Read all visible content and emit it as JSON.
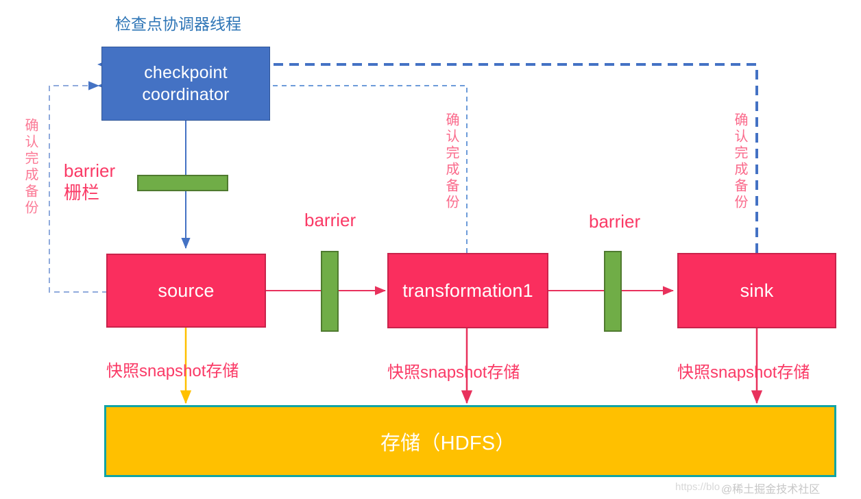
{
  "diagram": {
    "title": "检查点协调器线程",
    "nodes": {
      "coordinator_line1": "checkpoint",
      "coordinator_line2": "coordinator",
      "source": "source",
      "transformation": "transformation1",
      "sink": "sink",
      "storage": "存储（HDFS）"
    },
    "labels": {
      "barrier_left": "barrier\n栅栏",
      "barrier_mid": "barrier",
      "barrier_right": "barrier",
      "ack_left": "确认完成备份",
      "ack_mid": "确认完成备份",
      "ack_right": "确认完成备份",
      "snapshot_source": "快照snapshot存储",
      "snapshot_transformation": "快照snapshot存储",
      "snapshot_sink": "快照snapshot存储"
    },
    "watermark": {
      "url": "https://blo",
      "handle": "@稀土掘金技术社区"
    },
    "colors": {
      "coordinator_fill": "#4472C4",
      "stage_fill": "#FA2E5E",
      "storage_fill": "#FFC000",
      "storage_border": "#12A4A4",
      "barrier_fill": "#70AD47",
      "accent_pink": "#FA3A66",
      "accent_orange": "#FFC000",
      "title_blue": "#2E75B6"
    }
  }
}
